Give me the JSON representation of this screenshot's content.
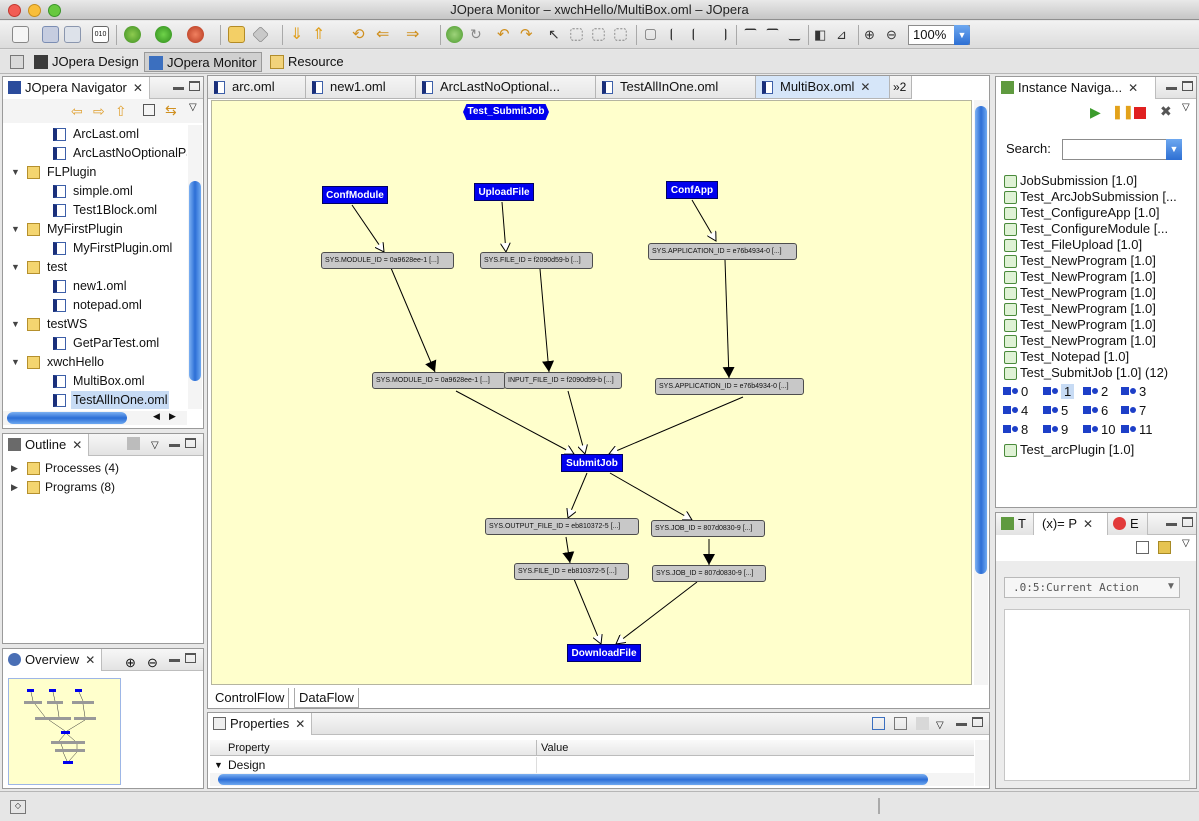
{
  "window": {
    "title": "JOpera Monitor – xwchHello/MultiBox.oml – JOpera"
  },
  "toolbar": {
    "zoom_value": "100%"
  },
  "perspectives": [
    {
      "label": "JOpera Design"
    },
    {
      "label": "JOpera Monitor",
      "active": true
    },
    {
      "label": "Resource"
    }
  ],
  "navigator": {
    "title": "JOpera Navigator",
    "items": [
      {
        "label": "ArcLast.oml",
        "kind": "file",
        "level": 2
      },
      {
        "label": "ArcLastNoOptionalPa",
        "kind": "file",
        "level": 2
      },
      {
        "label": "FLPlugin",
        "kind": "project",
        "level": 1
      },
      {
        "label": "simple.oml",
        "kind": "file",
        "level": 2
      },
      {
        "label": "Test1Block.oml",
        "kind": "file",
        "level": 2
      },
      {
        "label": "MyFirstPlugin",
        "kind": "project",
        "level": 1
      },
      {
        "label": "MyFirstPlugin.oml",
        "kind": "file",
        "level": 2
      },
      {
        "label": "test",
        "kind": "project",
        "level": 1
      },
      {
        "label": "new1.oml",
        "kind": "file",
        "level": 2
      },
      {
        "label": "notepad.oml",
        "kind": "file",
        "level": 2
      },
      {
        "label": "testWS",
        "kind": "project",
        "level": 1
      },
      {
        "label": "GetParTest.oml",
        "kind": "file",
        "level": 2
      },
      {
        "label": "xwchHello",
        "kind": "project",
        "level": 1
      },
      {
        "label": "MultiBox.oml",
        "kind": "file",
        "level": 2
      },
      {
        "label": "TestAllInOne.oml",
        "kind": "file",
        "level": 2,
        "selected": true
      }
    ]
  },
  "outline": {
    "title": "Outline",
    "items": [
      {
        "label": "Processes (4)"
      },
      {
        "label": "Programs (8)"
      }
    ]
  },
  "overview": {
    "title": "Overview"
  },
  "editor": {
    "tabs": [
      {
        "label": "arc.oml"
      },
      {
        "label": "new1.oml"
      },
      {
        "label": "ArcLastNoOptional..."
      },
      {
        "label": "TestAllInOne.oml"
      },
      {
        "label": "MultiBox.oml",
        "active": true
      }
    ],
    "overflow": "»2",
    "bottom_tabs": [
      "ControlFlow",
      "DataFlow"
    ],
    "diagram": {
      "process_label": "Test_SubmitJob",
      "nodes": [
        {
          "id": "confmodule",
          "label": "ConfModule",
          "type": "task"
        },
        {
          "id": "uploadfile",
          "label": "UploadFile",
          "type": "task"
        },
        {
          "id": "confapp",
          "label": "ConfApp",
          "type": "task"
        },
        {
          "id": "d1",
          "label": "SYS.MODULE_ID = 0a9628ee-1 [...]",
          "type": "data"
        },
        {
          "id": "d2",
          "label": "SYS.FILE_ID = f2090d59-b [...]",
          "type": "data"
        },
        {
          "id": "d3",
          "label": "SYS.APPLICATION_ID = e76b4934-0 [...]",
          "type": "data"
        },
        {
          "id": "d4",
          "label": "SYS.MODULE_ID = 0a9628ee-1 [...]",
          "type": "data"
        },
        {
          "id": "d5",
          "label": "INPUT_FILE_ID = f2090d59-b [...]",
          "type": "data"
        },
        {
          "id": "d6",
          "label": "SYS.APPLICATION_ID = e76b4934-0 [...]",
          "type": "data"
        },
        {
          "id": "submitjob",
          "label": "SubmitJob",
          "type": "task"
        },
        {
          "id": "d7",
          "label": "SYS.OUTPUT_FILE_ID = eb810372-5 [...]",
          "type": "data"
        },
        {
          "id": "d8",
          "label": "SYS.JOB_ID = 807d0830-9 [...]",
          "type": "data"
        },
        {
          "id": "d9",
          "label": "SYS.FILE_ID = eb810372-5 [...]",
          "type": "data"
        },
        {
          "id": "d10",
          "label": "SYS.JOB_ID = 807d0830-9 [...]",
          "type": "data"
        },
        {
          "id": "downloadfile",
          "label": "DownloadFile",
          "type": "task"
        }
      ]
    }
  },
  "properties": {
    "title": "Properties",
    "columns": [
      "Property",
      "Value"
    ],
    "rows": [
      {
        "property": "Design",
        "value": ""
      }
    ]
  },
  "instance_navigator": {
    "title": "Instance Naviga...",
    "search_label": "Search:",
    "items": [
      "JobSubmission [1.0]",
      "Test_ArcJobSubmission [...",
      "Test_ConfigureApp [1.0]",
      "Test_ConfigureModule [...",
      "Test_FileUpload [1.0]",
      "Test_NewProgram [1.0]",
      "Test_NewProgram [1.0]",
      "Test_NewProgram [1.0]",
      "Test_NewProgram [1.0]",
      "Test_NewProgram [1.0]",
      "Test_NewProgram [1.0]",
      "Test_Notepad [1.0]",
      "Test_SubmitJob [1.0] (12)"
    ],
    "instances": [
      "0",
      "1",
      "2",
      "3",
      "4",
      "5",
      "6",
      "7",
      "8",
      "9",
      "10",
      "11"
    ],
    "selected_instance": "1",
    "last_item": "Test_arcPlugin [1.0]"
  },
  "bottom_right": {
    "tabs": [
      "T",
      "(x)= P",
      "E"
    ],
    "combo_value": ".0:5:Current Action"
  }
}
